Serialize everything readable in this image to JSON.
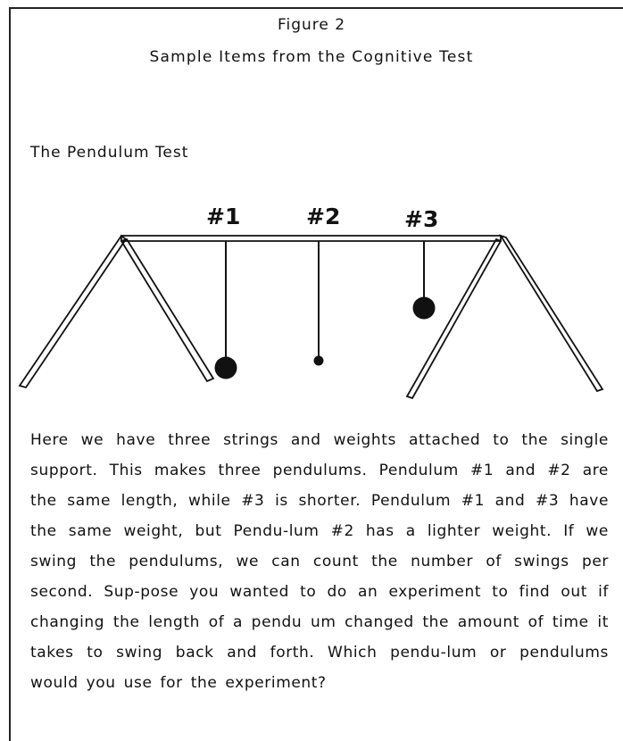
{
  "figure": {
    "title": "Figure 2",
    "subtitle": "Sample Items from the Cognitive Test"
  },
  "section": {
    "heading": "The Pendulum Test"
  },
  "diagram": {
    "pendulums": [
      {
        "label": "#1"
      },
      {
        "label": "#2"
      },
      {
        "label": "#3"
      }
    ]
  },
  "question": {
    "text": "Here we have three strings and weights attached to the single support. This makes three pendulums. Pendulum #1 and #2 are the same length, while #3 is shorter. Pendulum #1 and #3 have the same weight, but Pendu-lum #2 has a lighter weight. If we swing the pendulums, we can count the number of swings per second. Sup-pose you wanted to do an experiment to find out if changing the length of a pendu um changed the amount of time it takes to swing back and forth. Which pendu-lum or pendulums would you use for the experiment?"
  }
}
